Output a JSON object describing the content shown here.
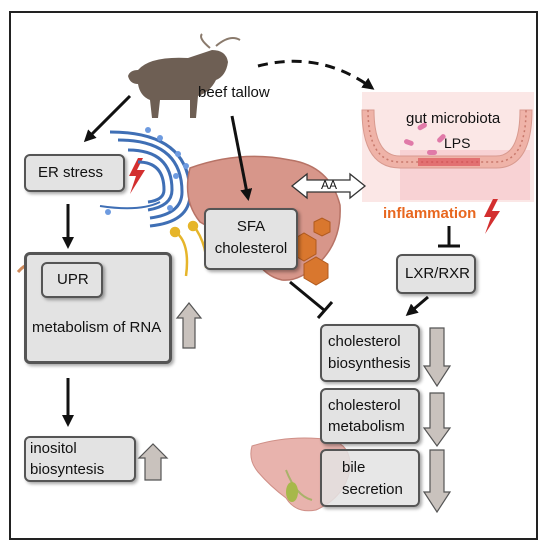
{
  "labels": {
    "beef_tallow": "beef tallow",
    "gut_microbiota": "gut microbiota",
    "lps": "LPS",
    "aa": "AA",
    "inflammation": "inflammation",
    "er_stress": "ER stress",
    "sfa": "SFA",
    "cholesterol": "cholesterol",
    "upr": "UPR",
    "metabolism_rna": "metabolism  of RNA",
    "lxr_rxr": "LXR/RXR",
    "chol_biosynthesis_1": "cholesterol",
    "chol_biosynthesis_2": "biosynthesis",
    "chol_metabolism_1": "cholesterol",
    "chol_metabolism_2": "metabolism",
    "bile_1": "bile",
    "bile_2": "secretion",
    "inositol_1": "inositol",
    "inositol_2": "biosyntesis"
  },
  "colors": {
    "inflammation_text": "#e8671f",
    "box_fill": "#e3e3e3",
    "box_border": "#555555",
    "up_arrow_fill": "#c9c2bd",
    "lightning": "#d32f2f",
    "liver": "#cf8a7a",
    "cow": "#6e5f54",
    "er_membrane": "#3f6fb5",
    "gut": "#f3c9c6"
  },
  "icons": [
    "cow-icon",
    "er-icon",
    "liver-icon",
    "gut-icon",
    "lightning-icon",
    "rna-icon",
    "lipid-icon",
    "molecule-icon",
    "small-liver-icon"
  ],
  "regulation": {
    "upr": "up",
    "metabolism_of_rna": "up",
    "inositol_biosyntesis": "up",
    "cholesterol_biosynthesis": "down",
    "cholesterol_metabolism": "down",
    "bile_secretion": "down"
  }
}
